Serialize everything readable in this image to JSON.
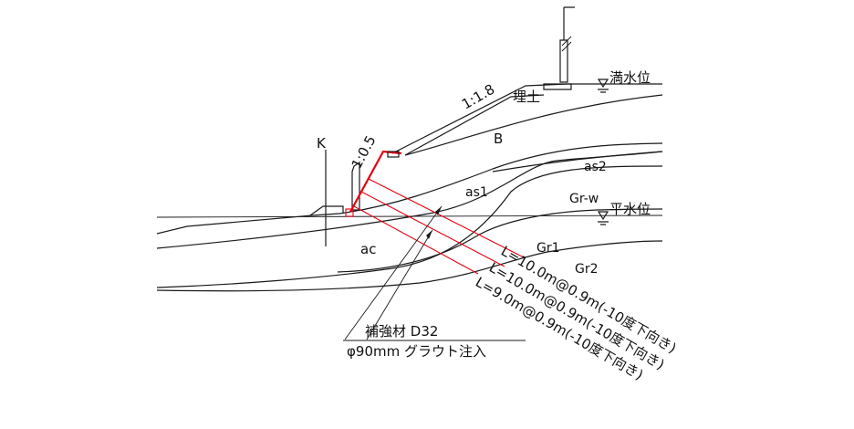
{
  "diagram": {
    "slope_upper_ratio": "1:1.8",
    "slope_lower_ratio": "1:0.5",
    "marker_k": "K",
    "layers": {
      "fill": "埋土",
      "b": "B",
      "as2": "as2",
      "as1": "as1",
      "grw": "Gr-w",
      "ac": "ac",
      "gr1": "Gr1",
      "gr2": "Gr2"
    },
    "water_levels": {
      "full": "満水位",
      "normal": "平水位"
    },
    "anchors": [
      {
        "label": "L=10.0m@0.9m(-10度下向き)",
        "angle_deg": 10
      },
      {
        "label": "L=10.0m@0.9m(-10度下向き)",
        "angle_deg": 10
      },
      {
        "label": "L=9.0m@0.9m(-10度下向き)",
        "angle_deg": 10
      }
    ],
    "callout": {
      "line1": "補強材 D32",
      "line2": "φ90mm グラウト注入"
    },
    "colors": {
      "reinforcement": "#e60012",
      "lines": "#1a1a1a"
    }
  }
}
